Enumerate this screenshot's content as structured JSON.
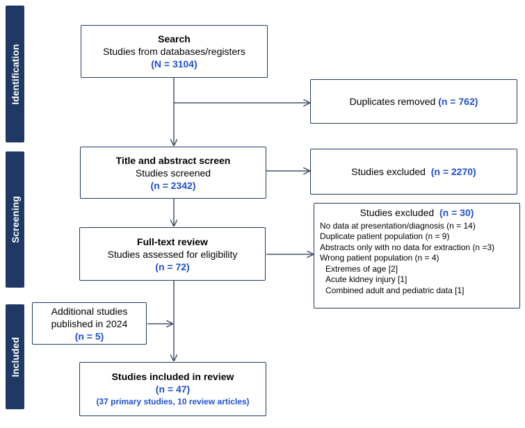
{
  "phases": {
    "identification": "Identification",
    "screening": "Screening",
    "included": "Included"
  },
  "search": {
    "title": "Search",
    "text": "Studies from databases/registers",
    "count": "(N = 3104)"
  },
  "duplicates": {
    "text": "Duplicates removed",
    "count": "(n = 762)"
  },
  "screen": {
    "title": "Title and abstract screen",
    "text": "Studies screened",
    "count": "(n = 2342)"
  },
  "screen_excluded": {
    "text": "Studies excluded",
    "count": "(n = 2270)"
  },
  "fulltext": {
    "title": "Full-text review",
    "text": "Studies assessed for eligibility",
    "count": "(n = 72)"
  },
  "fulltext_excluded": {
    "title": "Studies excluded",
    "count": "(n = 30)",
    "reasons": [
      "No data at presentation/diagnosis (n = 14)",
      "Duplicate patient population (n = 9)",
      "Abstracts only with no data for extraction (n =3)",
      "Wrong patient population (n = 4)"
    ],
    "subreasons": [
      "Extremes of age [2]",
      "Acute kidney injury [1]",
      "Combined adult and pediatric data [1]"
    ]
  },
  "additional": {
    "line1": "Additional studies",
    "line2": "published in 2024",
    "count": "(n = 5)"
  },
  "included": {
    "title": "Studies included in review",
    "count": "(n = 47)",
    "detail": "(37 primary studies, 10 review articles)"
  },
  "colors": {
    "phase_bar": "#1f3864",
    "box_border": "#1f3864",
    "arrow": "#44546a",
    "count_text": "#1f4fd1"
  }
}
